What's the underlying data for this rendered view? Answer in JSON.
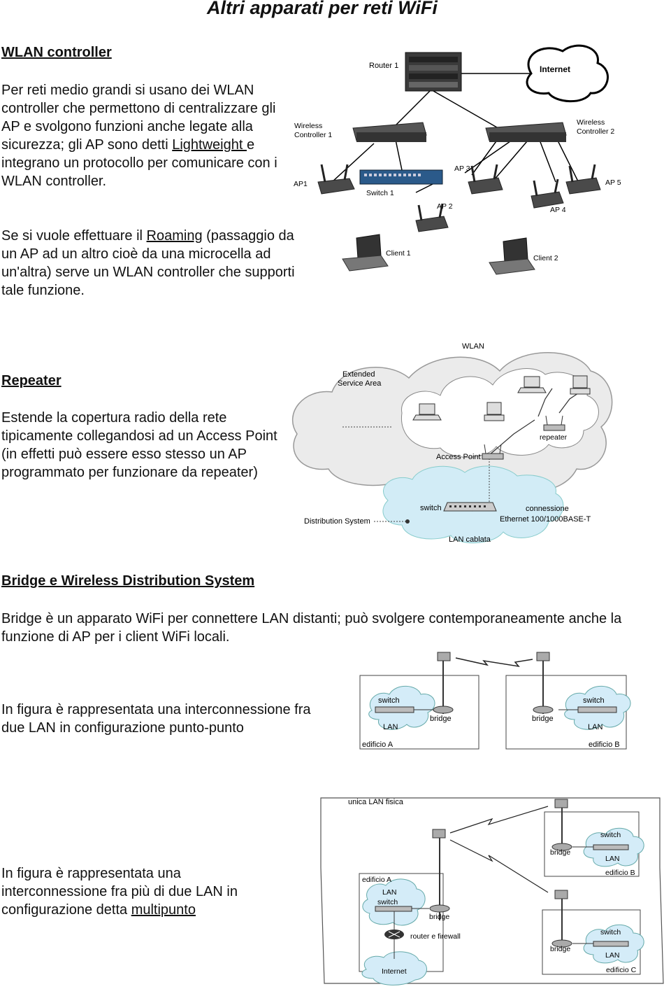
{
  "page_title": "Altri apparati per reti WiFi",
  "wlan": {
    "heading": "WLAN controller",
    "p1_a": "Per reti medio grandi si usano dei WLAN controller che permettono di centralizzare gli AP e svolgono funzioni anche legate alla sicurezza; gli AP sono detti ",
    "p1_link": "Lightweight ",
    "p1_b": "e integrano un protocollo per comunicare con i WLAN controller.",
    "p2_a": "Se si vuole effettuare il ",
    "p2_link": "Roaming",
    "p2_b": " (passaggio da un AP ad un altro cioè da una microcella ad un'altra) serve un WLAN controller che supporti tale funzione."
  },
  "diagram1": {
    "router": "Router 1",
    "internet": "Internet",
    "wc1_l1": "Wireless",
    "wc1_l2": "Controller 1",
    "wc2_l1": "Wireless",
    "wc2_l2": "Controller 2",
    "switch": "Switch 1",
    "ap1": "AP1",
    "ap2": "AP 2",
    "ap3": "AP 3",
    "ap4": "AP 4",
    "ap5": "AP 5",
    "client1": "Client 1",
    "client2": "Client 2"
  },
  "repeater": {
    "heading": "Repeater",
    "text": "Estende la copertura radio della rete tipicamente collegandosi ad un Access Point (in effetti può essere esso stesso un AP programmato per funzionare da repeater)"
  },
  "diagram2": {
    "wlan": "WLAN",
    "esa_l1": "Extended",
    "esa_l2": "Service Area",
    "access_point": "Access Point",
    "repeater": "repeater",
    "switch": "switch",
    "connessione": "connessione",
    "ethernet": "Ethernet 100/1000BASE-T",
    "distribution": "Distribution System",
    "lan_cablata": "LAN cablata"
  },
  "bridge": {
    "heading": "Bridge e Wireless Distribution System",
    "text": "Bridge è un apparato WiFi per connettere LAN distanti; può svolgere contemporaneamente anche la funzione di AP per i client WiFi locali.",
    "p2p_text": "In figura è rappresentata una interconnessione fra due LAN in configurazione punto-punto",
    "mp_text_a": "In figura è rappresentata una interconnessione fra più di due LAN in configurazione detta ",
    "mp_link": "multipunto"
  },
  "diagram3": {
    "switch": "switch",
    "bridge": "bridge",
    "lan": "LAN",
    "edificio_a": "edificio A",
    "edificio_b": "edificio B"
  },
  "diagram4": {
    "unica": "unica LAN fisica",
    "edificio_a": "edificio A",
    "edificio_b": "edificio B",
    "edificio_c": "edificio C",
    "lan": "LAN",
    "switch": "switch",
    "bridge": "bridge",
    "router": "router e firewall",
    "internet": "Internet"
  }
}
